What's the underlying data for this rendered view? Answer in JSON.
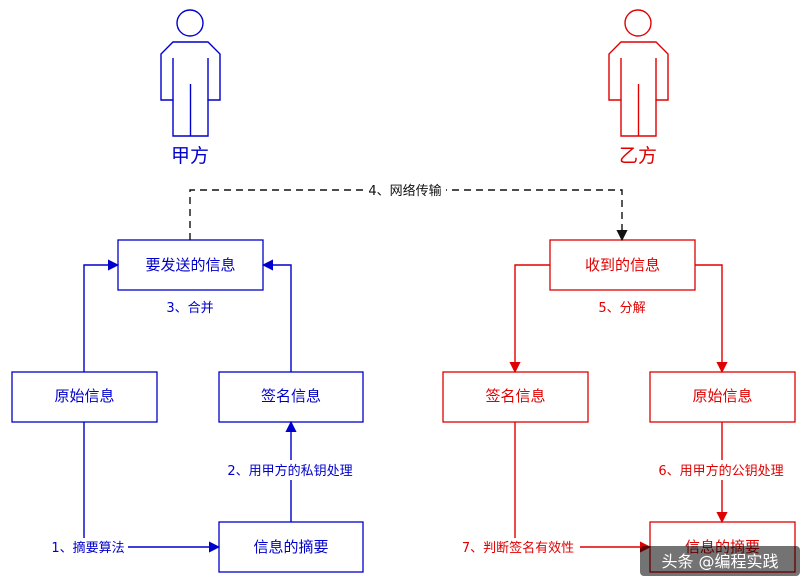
{
  "colors": {
    "blue": "#0000cc",
    "red": "#e00000",
    "dark": "#222222",
    "wm_bg": "#000000"
  },
  "actors": {
    "a": {
      "label": "甲方"
    },
    "b": {
      "label": "乙方"
    }
  },
  "boxes": {
    "send": "要发送的信息",
    "orig_a": "原始信息",
    "sig_a": "签名信息",
    "digest_a": "信息的摘要",
    "recv": "收到的信息",
    "sig_b": "签名信息",
    "orig_b": "原始信息",
    "digest_b": "信息的摘要"
  },
  "steps": {
    "s1": "1、摘要算法",
    "s2": "2、用甲方的私钥处理",
    "s3": "3、合并",
    "s4": "4、网络传输",
    "s5": "5、分解",
    "s6": "6、用甲方的公钥处理",
    "s7": "7、判断签名有效性"
  },
  "watermark": {
    "text": "头条 @编程实践"
  }
}
